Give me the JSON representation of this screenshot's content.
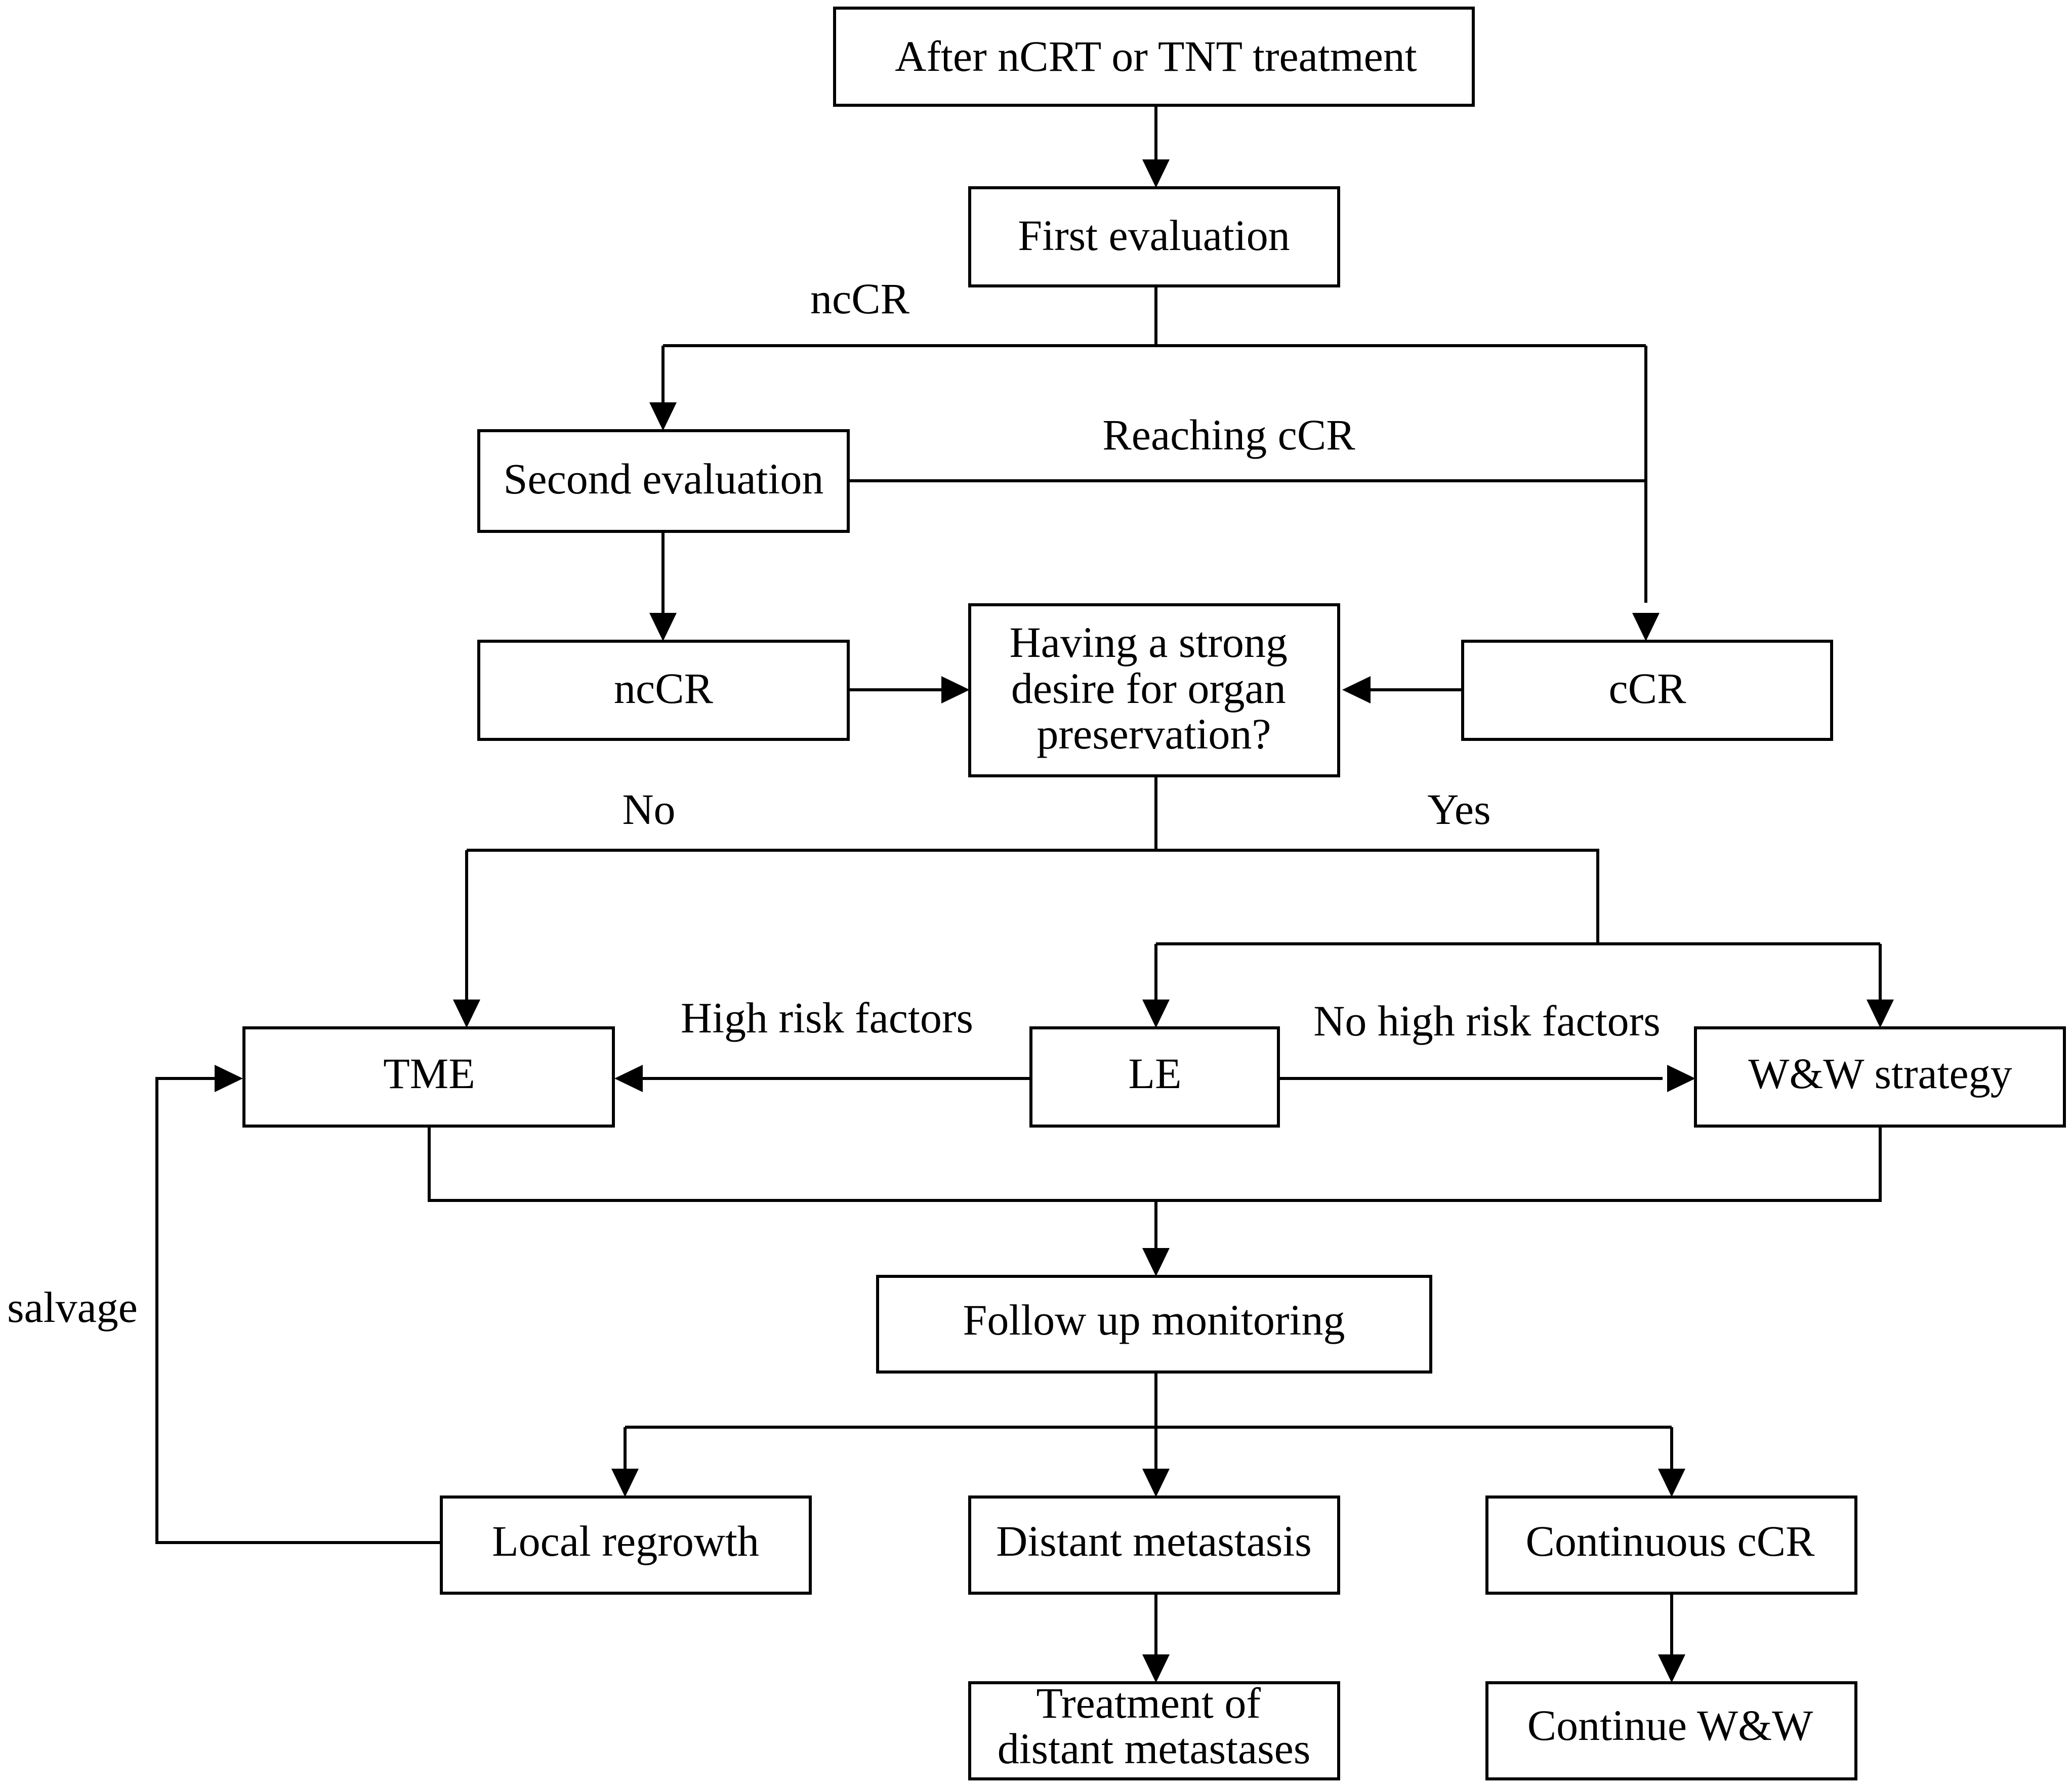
{
  "nodes": {
    "start": {
      "lines": [
        "After nCRT or TNT treatment"
      ]
    },
    "first_eval": {
      "lines": [
        "First evaluation"
      ]
    },
    "second_eval": {
      "lines": [
        "Second evaluation"
      ]
    },
    "nccr": {
      "lines": [
        "ncCR"
      ]
    },
    "desire": {
      "lines": [
        "Having a strong",
        "desire for organ",
        "preservation?"
      ]
    },
    "ccr": {
      "lines": [
        "cCR"
      ]
    },
    "tme": {
      "lines": [
        "TME"
      ]
    },
    "le": {
      "lines": [
        "LE"
      ]
    },
    "ww": {
      "lines": [
        "W&W strategy"
      ]
    },
    "follow_up": {
      "lines": [
        "Follow up monitoring"
      ]
    },
    "local_regrowth": {
      "lines": [
        "Local regrowth"
      ]
    },
    "distant_metastasis": {
      "lines": [
        "Distant metastasis"
      ]
    },
    "continuous_ccr": {
      "lines": [
        "Continuous cCR"
      ]
    },
    "treatment_distant": {
      "lines": [
        "Treatment of",
        "distant metastases"
      ]
    },
    "continue_ww": {
      "lines": [
        "Continue W&W"
      ]
    }
  },
  "edge_labels": {
    "nccr": "ncCR",
    "reaching_ccr": "Reaching cCR",
    "no": "No",
    "yes": "Yes",
    "high_risk": "High risk factors",
    "no_high_risk": "No high risk factors",
    "salvage": "salvage"
  }
}
